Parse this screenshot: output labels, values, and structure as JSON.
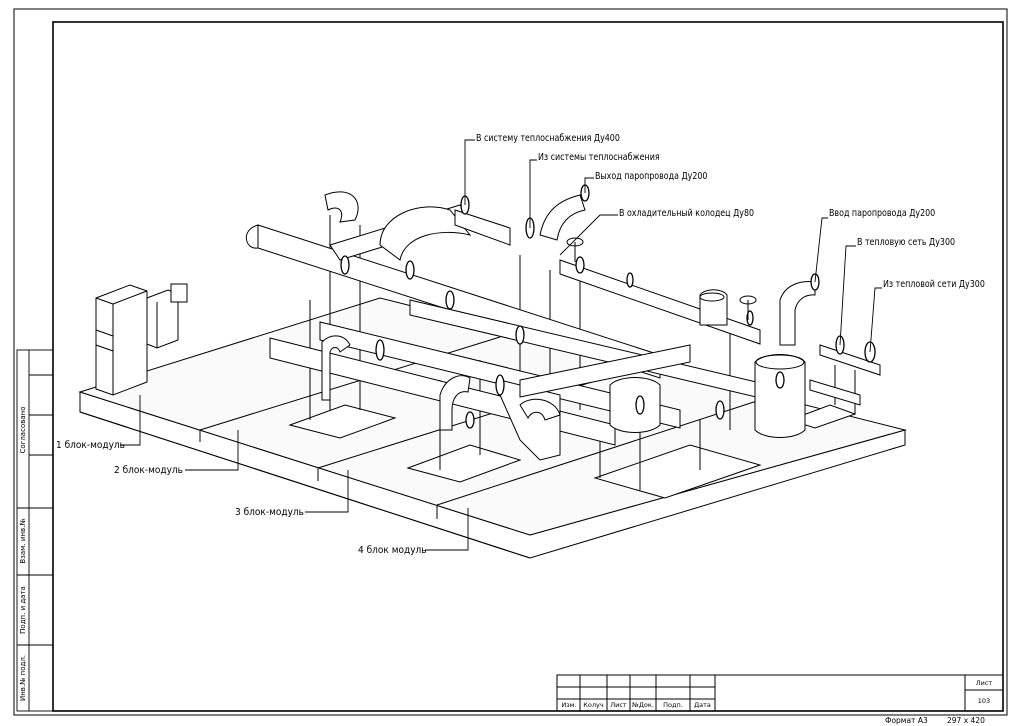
{
  "callouts": {
    "heat_supply_in": "В систему теплоснабжения Ду400",
    "heat_supply_out": "Из системы теплоснабжения",
    "steam_outlet": "Выход паропровода Ду200",
    "cooling_well": "В охладительный колодец Ду80",
    "steam_inlet": "Ввод паропровода Ду200",
    "heat_net_in": "В тепловую сеть Ду300",
    "heat_net_out": "Из тепловой сети Ду300"
  },
  "modules": {
    "m1": "1 блок-модуль",
    "m2": "2 блок-модуль",
    "m3": "3 блок-модуль",
    "m4": "4 блок модуль"
  },
  "side_stamp": {
    "agreed": "Согласовано",
    "replaced_inv": "Взам. инв.№",
    "sign_date": "Подп. и дата",
    "inv_orig": "Инв.№ подл."
  },
  "title_block": {
    "izm": "Изм.",
    "kol_uch": "Колуч",
    "list": "Лист",
    "doc_no": "№Док.",
    "podp": "Подп.",
    "data": "Дата",
    "sheet_label": "Лист",
    "sheet_no": "103"
  },
  "footer": {
    "format": "Формат А3",
    "size": "297 х 420"
  }
}
